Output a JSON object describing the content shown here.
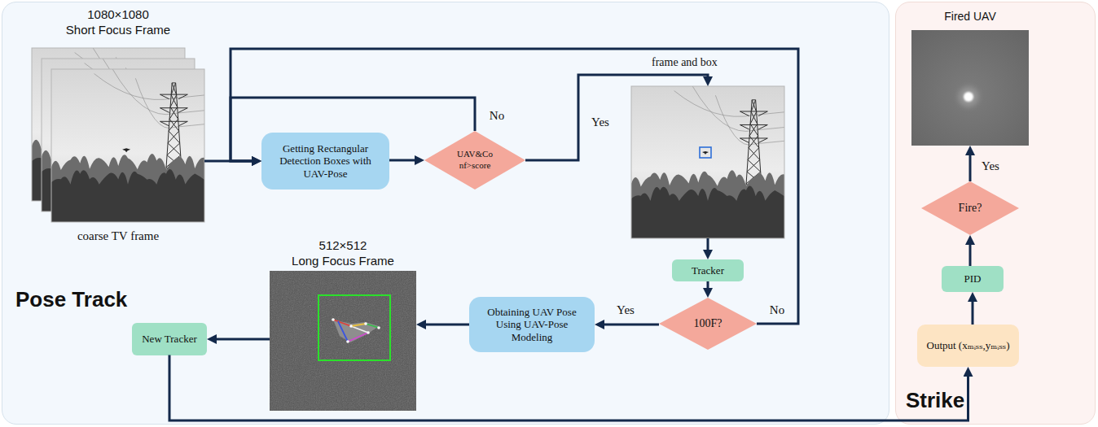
{
  "diagram": {
    "nodes": [
      {
        "text": [
          "Pose Track"
        ]
      },
      {
        "text": [
          "1080×1080",
          "Short Focus Frame",
          "coarse TV frame"
        ],
        "in": 0
      },
      {
        "text": [
          "Getting Rectangular Detection Boxes with UAV-Pose"
        ],
        "in": 0
      },
      {
        "text": [
          "UAV&Co nf>score"
        ],
        "in": 0
      },
      {
        "text": [
          "frame and box"
        ],
        "in": 0
      },
      {
        "text": [
          "Tracker"
        ],
        "in": 0
      },
      {
        "text": [
          "100F?"
        ],
        "in": 0
      },
      {
        "text": [
          "Obtaining UAV Pose Using UAV-Pose Modeling"
        ],
        "in": 0
      },
      {
        "text": [
          "512×512",
          "Long Focus Frame"
        ],
        "in": 0
      },
      {
        "text": [
          "New Tracker"
        ],
        "in": 0
      },
      {
        "text": [
          "Strike"
        ]
      },
      {
        "text": [
          "Output (xₘᵢₛₛ,yₘᵢₛₛ)"
        ],
        "in": 10
      },
      {
        "text": [
          "PID"
        ],
        "in": 10
      },
      {
        "text": [
          "Fire?"
        ],
        "in": 10
      },
      {
        "text": [
          "Fired UAV"
        ],
        "in": 10
      }
    ],
    "edges": [
      {
        "from": 1,
        "to": 2,
        "arrow": "to"
      },
      {
        "from": 2,
        "to": 3,
        "arrow": "to"
      },
      {
        "from": 3,
        "to": 2,
        "label": "No",
        "arrow": "to"
      },
      {
        "from": 3,
        "to": 4,
        "label": "Yes",
        "arrow": "to"
      },
      {
        "from": 4,
        "to": 5,
        "arrow": "to"
      },
      {
        "from": 5,
        "to": 6,
        "arrow": "to"
      },
      {
        "from": 6,
        "to": 7,
        "label": "Yes",
        "arrow": "to"
      },
      {
        "from": 6,
        "to": 2,
        "label": "No",
        "arrow": "to"
      },
      {
        "from": 7,
        "to": 8,
        "arrow": "to"
      },
      {
        "from": 8,
        "to": 9,
        "arrow": "to"
      },
      {
        "from": 9,
        "to": 11,
        "arrow": "to"
      },
      {
        "from": 11,
        "to": 12,
        "arrow": "to"
      },
      {
        "from": 12,
        "to": 13,
        "arrow": "to"
      },
      {
        "from": 13,
        "to": 14,
        "label": "Yes",
        "arrow": "to"
      }
    ]
  }
}
